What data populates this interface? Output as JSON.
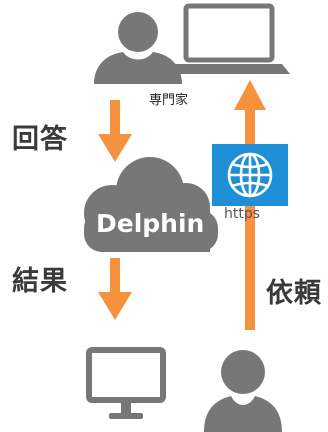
{
  "labels": {
    "expert": "専門家",
    "answer": "回答",
    "result": "結果",
    "request": "依頼",
    "service": "Delphin",
    "protocol": "https"
  },
  "colors": {
    "icon_gray": "#777777",
    "arrow_orange": "#f5923e",
    "globe_blue": "#1e8fd6",
    "text_dark": "#3a3a3a"
  },
  "icons": {
    "expert": "person-icon",
    "expert_device": "laptop-icon",
    "service": "cloud-icon",
    "network": "globe-icon",
    "result_device": "monitor-icon",
    "requester": "person-icon"
  }
}
